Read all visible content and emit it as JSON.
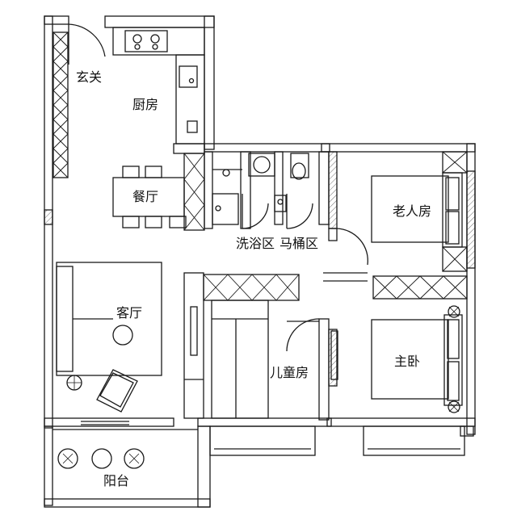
{
  "rooms": {
    "entrance": "玄关",
    "kitchen": "厨房",
    "dining": "餐厅",
    "living": "客厅",
    "balcony": "阳台",
    "washing_area": "洗浴区",
    "toilet_area": "马桶区",
    "elderly_room": "老人房",
    "children_room": "儿童房",
    "master_bedroom": "主卧"
  },
  "colors": {
    "line": "#1a1a1a",
    "hatch": "#6f6f6f",
    "background": "#ffffff"
  }
}
